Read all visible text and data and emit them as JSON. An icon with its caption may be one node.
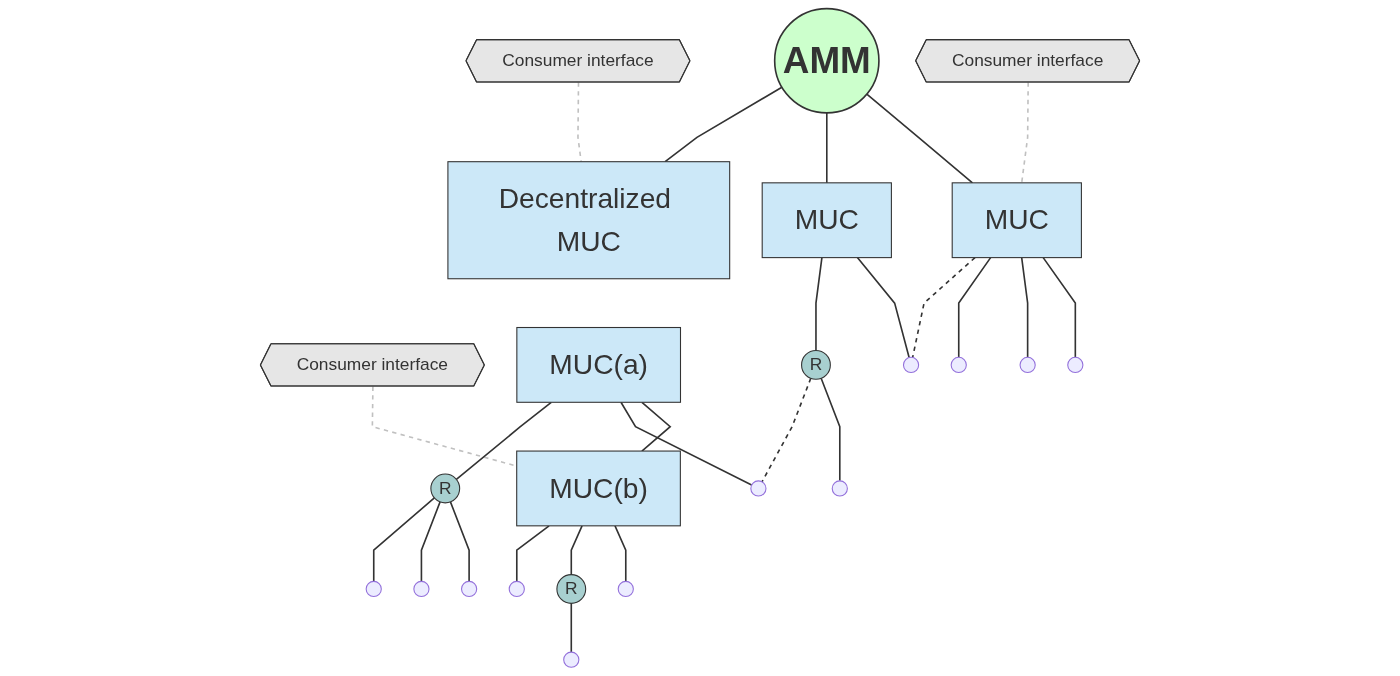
{
  "diagram": {
    "nodes": [
      {
        "text": [
          "AMM"
        ]
      },
      {
        "text": [
          "Consumer interface"
        ]
      },
      {
        "text": [
          "Consumer interface"
        ]
      },
      {
        "text": [
          "Consumer interface"
        ]
      },
      {
        "text": [
          "Decentralized MUC"
        ]
      },
      {
        "text": [
          "MUC"
        ]
      },
      {
        "text": [
          "MUC"
        ]
      },
      {
        "text": [
          "MUC(a)"
        ]
      },
      {
        "text": [
          "MUC(b)"
        ]
      },
      {
        "text": [
          "R"
        ]
      },
      {
        "text": [
          "R"
        ]
      },
      {
        "text": [
          "R"
        ]
      },
      {
        "text": [],
        "shape": "circle"
      },
      {
        "text": [],
        "shape": "circle"
      },
      {
        "text": [],
        "shape": "circle"
      },
      {
        "text": [],
        "shape": "circle"
      },
      {
        "text": [],
        "shape": "circle"
      },
      {
        "text": [],
        "shape": "circle"
      },
      {
        "text": [],
        "shape": "circle"
      },
      {
        "text": [],
        "shape": "circle"
      },
      {
        "text": [],
        "shape": "circle"
      },
      {
        "text": [],
        "shape": "circle"
      },
      {
        "text": [],
        "shape": "circle"
      },
      {
        "text": [],
        "shape": "circle"
      }
    ],
    "edges": [
      {
        "from": 0,
        "to": 5,
        "arrow": "none"
      },
      {
        "from": 0,
        "to": 6,
        "arrow": "none"
      },
      {
        "from": 0,
        "to": 4,
        "arrow": "none"
      },
      {
        "from": 1,
        "to": 5,
        "arrow": "none",
        "style": "dashed",
        "color": "#c0c0c0"
      },
      {
        "from": 2,
        "to": 4,
        "arrow": "none",
        "style": "dashed",
        "color": "#c0c0c0"
      },
      {
        "from": 3,
        "to": 8,
        "arrow": "none",
        "style": "dashed",
        "color": "#c0c0c0"
      },
      {
        "from": 7,
        "to": 8,
        "arrow": "none"
      },
      {
        "from": 5,
        "to": 12,
        "arrow": "none"
      },
      {
        "from": 5,
        "to": 13,
        "arrow": "none"
      },
      {
        "from": 5,
        "to": 14,
        "arrow": "none"
      },
      {
        "from": 5,
        "to": 15,
        "arrow": "none",
        "style": "dashed"
      },
      {
        "from": 6,
        "to": 15,
        "arrow": "none"
      },
      {
        "from": 6,
        "to": 9,
        "arrow": "none"
      },
      {
        "from": 9,
        "to": 16,
        "arrow": "none"
      },
      {
        "from": 9,
        "to": 17,
        "arrow": "none",
        "style": "dashed"
      },
      {
        "from": 7,
        "to": 17,
        "arrow": "none"
      },
      {
        "from": 7,
        "to": 10,
        "arrow": "none"
      },
      {
        "from": 10,
        "to": 18,
        "arrow": "none"
      },
      {
        "from": 10,
        "to": 19,
        "arrow": "none"
      },
      {
        "from": 10,
        "to": 20,
        "arrow": "none"
      },
      {
        "from": 8,
        "to": 21,
        "arrow": "none"
      },
      {
        "from": 8,
        "to": 11,
        "arrow": "none"
      },
      {
        "from": 11,
        "to": 22,
        "arrow": "none"
      },
      {
        "from": 8,
        "to": 23,
        "arrow": "none"
      }
    ]
  }
}
